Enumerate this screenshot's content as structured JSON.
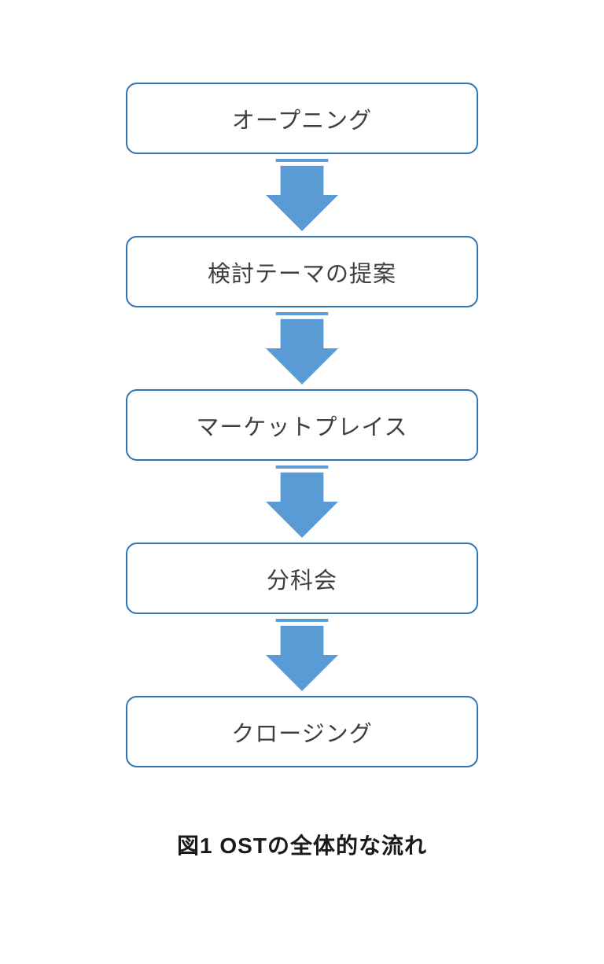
{
  "diagram": {
    "title": "OST flow diagram",
    "steps": [
      {
        "label": "オープニング"
      },
      {
        "label": "検討テーマの提案"
      },
      {
        "label": "マーケットプレイス"
      },
      {
        "label": "分科会"
      },
      {
        "label": "クロージング"
      }
    ],
    "caption": "図1 OSTの全体的な流れ",
    "colors": {
      "box_border": "#2e75b6",
      "arrow_fill": "#5b9bd5",
      "box_text": "#3f3f3f",
      "caption_text": "#1a1a1a"
    }
  }
}
